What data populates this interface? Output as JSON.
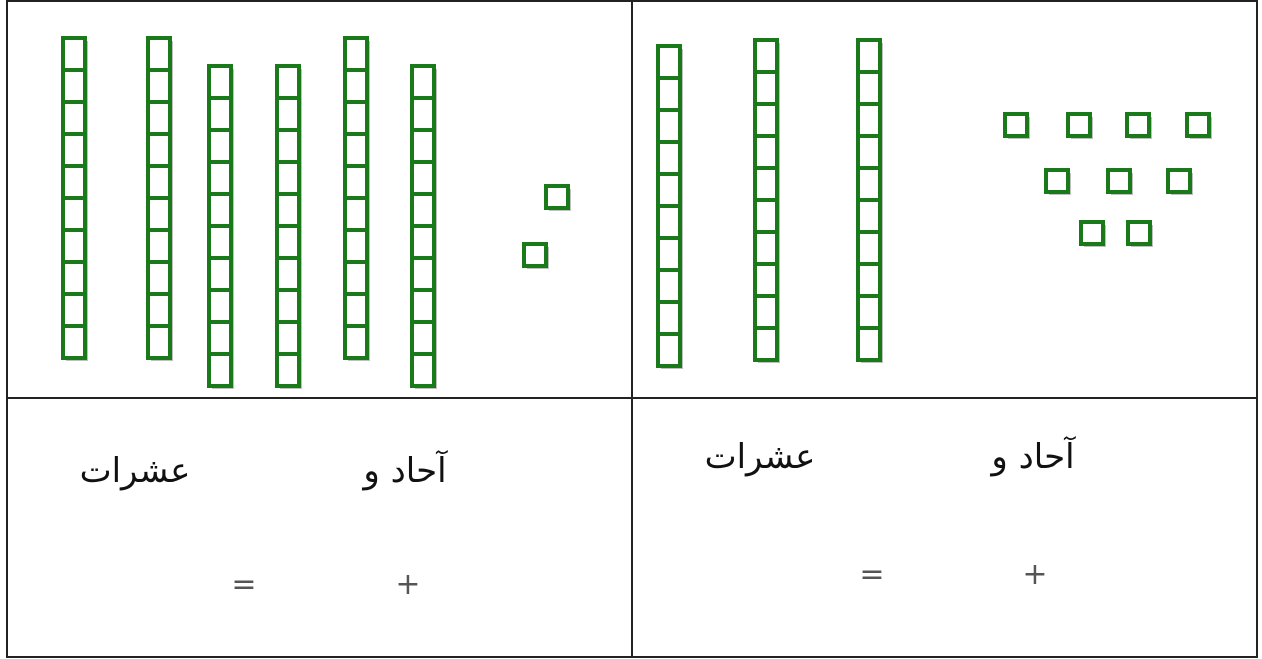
{
  "colors": {
    "block_stroke": "#1a7a1a",
    "block_fill": "#ffffff",
    "block_shadow": "#8a8a8a",
    "grid_line": "#222222",
    "text": "#111111",
    "operator": "#555555"
  },
  "panels": [
    {
      "id": "left",
      "tens_rods": 6,
      "ones_units": 2,
      "tens_label": "عشرات",
      "ones_label": "آحاد و",
      "equals_symbol": "=",
      "plus_symbol": "+"
    },
    {
      "id": "right",
      "tens_rods": 3,
      "ones_units": 9,
      "tens_label": "عشرات",
      "ones_label": "آحاد و",
      "equals_symbol": "=",
      "plus_symbol": "+"
    }
  ]
}
